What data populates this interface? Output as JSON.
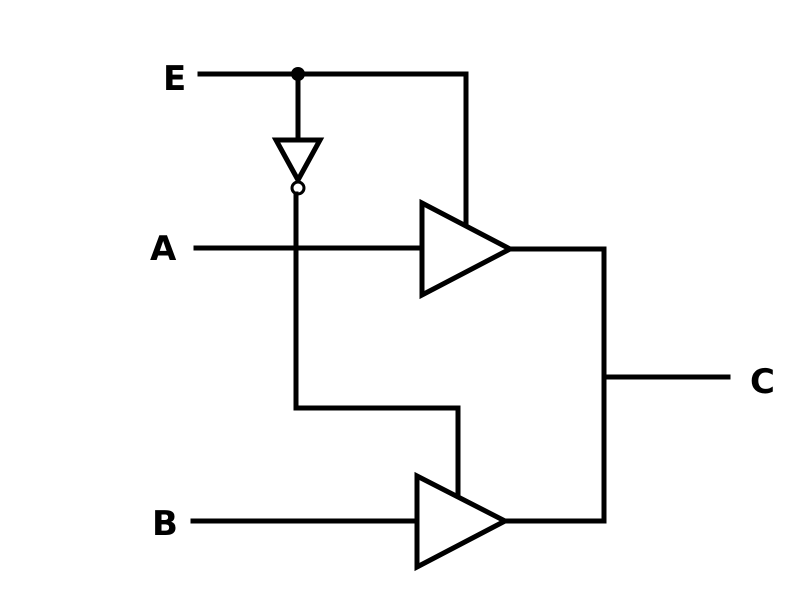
{
  "labels": {
    "enable": "E",
    "input_a": "A",
    "input_b": "B",
    "output": "C"
  }
}
